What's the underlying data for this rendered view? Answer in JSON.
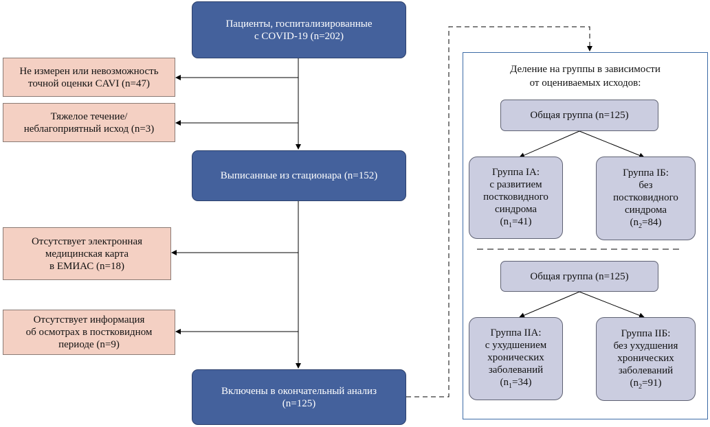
{
  "nodes": {
    "patients": {
      "lines": [
        "Пациенты, госпитализированные",
        "с COVID-19 (n=202)"
      ]
    },
    "excl_cavi": {
      "lines": [
        "Не измерен или невозможность",
        "точной оценки CAVI (n=47)"
      ]
    },
    "excl_severe": {
      "lines": [
        "Тяжелое течение/",
        "неблагоприятный исход (n=3)"
      ]
    },
    "discharged": {
      "lines": [
        "Выписанные из стационара (n=152)"
      ]
    },
    "excl_emr": {
      "lines": [
        "Отсутствует электронная",
        "медицинская карта",
        "в ЕМИАС (n=18)"
      ]
    },
    "excl_info": {
      "lines": [
        "Отсутствует информация",
        "об осмотрах в постковидном",
        "периоде (n=9)"
      ]
    },
    "included": {
      "lines": [
        "Включены в окончательный анализ",
        "(n=125)"
      ]
    }
  },
  "panel": {
    "title_lines": [
      "Деление на группы в зависимости",
      "от оцениваемых исходов:"
    ],
    "split1": {
      "general": "Общая группа (n=125)",
      "ga": {
        "lines": [
          "Группа IA:",
          "с развитием",
          "постковидного",
          "синдрома"
        ],
        "n_prefix": "(n",
        "n_sub": "1",
        "n_suffix": "=41)"
      },
      "gb": {
        "lines": [
          "Группа IБ:",
          "без",
          "постковидного",
          "синдрома"
        ],
        "n_prefix": "(n",
        "n_sub": "2",
        "n_suffix": "=84)"
      }
    },
    "split2": {
      "general": "Общая группа (n=125)",
      "ga": {
        "lines": [
          "Группа IIA:",
          "с ухудшением",
          "хронических",
          "заболеваний"
        ],
        "n_prefix": "(n",
        "n_sub": "1",
        "n_suffix": "=34)"
      },
      "gb": {
        "lines": [
          "Группа IIБ:",
          "без ухудшения",
          "хронических",
          "заболеваний"
        ],
        "n_prefix": "(n",
        "n_sub": "2",
        "n_suffix": "=91)"
      }
    }
  },
  "colors": {
    "main_box": "#44619c",
    "exclusion_box": "#f4d0c3",
    "group_box": "#cbcde0",
    "panel_border": "#3b6aa6"
  }
}
